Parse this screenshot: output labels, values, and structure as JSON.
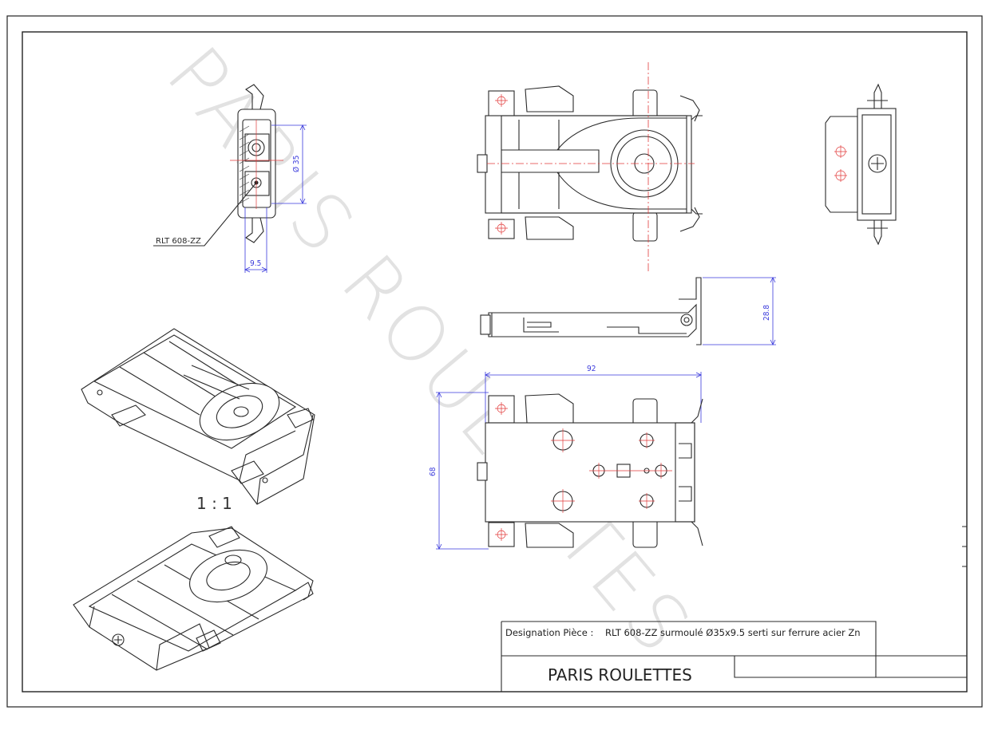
{
  "watermark": "PARIS ROULETTES",
  "scale_label": "1 : 1",
  "part_label": "RLT 608-ZZ",
  "dimensions": {
    "diameter": "Ø 35",
    "width": "9.5",
    "height_side": "28.8",
    "length": "92",
    "depth": "68"
  },
  "title_block": {
    "designation_label": "Designation Pièce :",
    "designation_value": "RLT 608-ZZ surmoulé Ø35x9.5 serti sur ferrure acier Zn",
    "company": "PARIS ROULETTES"
  },
  "colors": {
    "dimension": "#3a3adc",
    "centerline": "#e23a3a",
    "outline": "#2a2a2a",
    "watermark": "#e2e2e2"
  }
}
